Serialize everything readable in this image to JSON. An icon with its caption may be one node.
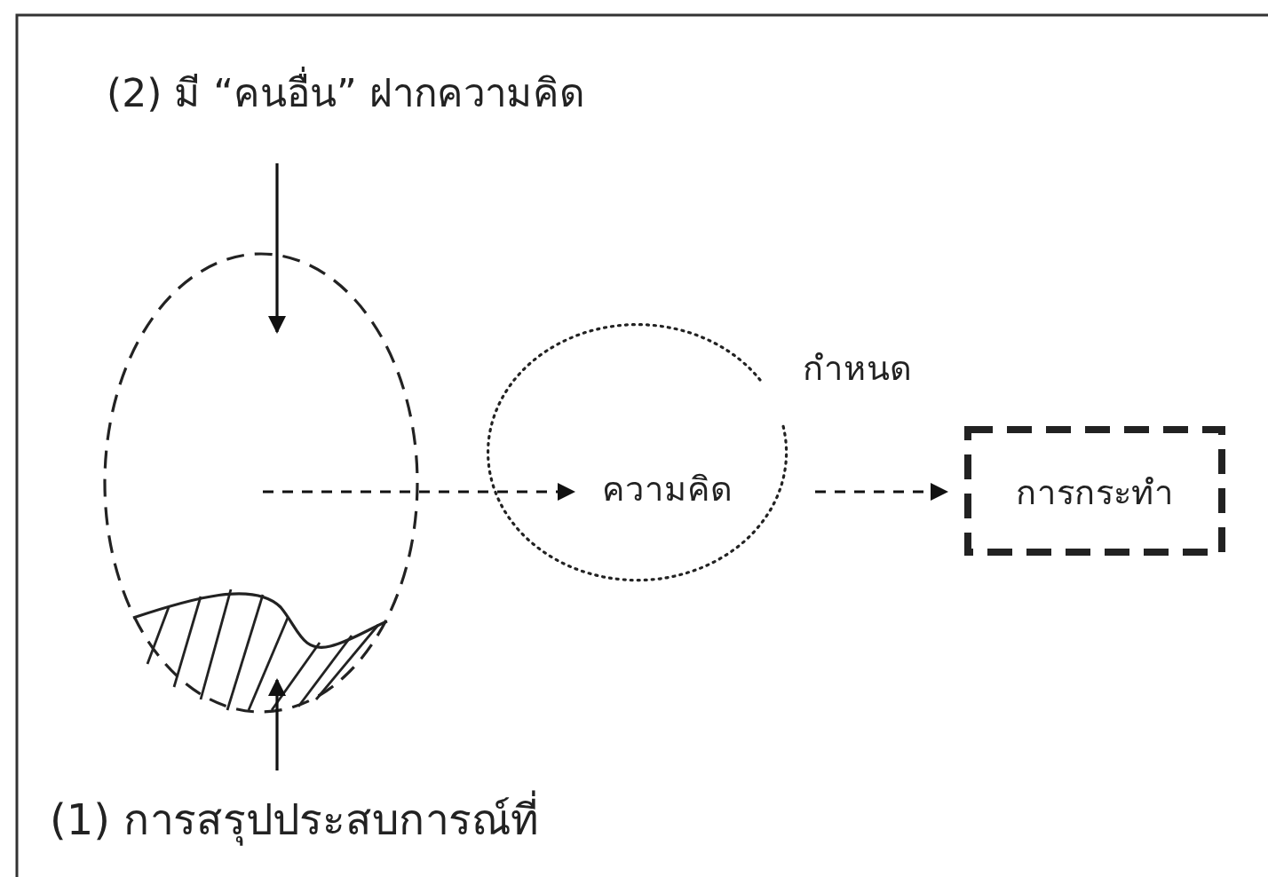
{
  "diagram": {
    "nodes": [
      {
        "text": [
          "(2) มี “คนอื่น” ฝากความคิด"
        ]
      },
      {
        "text": [],
        "shape": "circle"
      },
      {
        "text": [
          "(1) การสรุปประสบการณ์ที่"
        ]
      },
      {
        "text": [
          "ความคิด"
        ],
        "beside": [
          "กำหนด"
        ]
      },
      {
        "text": [
          "การกระทำ"
        ]
      }
    ],
    "edges": [
      {
        "from": 0,
        "to": 1,
        "arrow": "to"
      },
      {
        "from": 2,
        "to": 1,
        "arrow": "to"
      },
      {
        "from": 1,
        "to": 3,
        "arrow": "to",
        "style": "dashed"
      },
      {
        "from": 3,
        "to": 4,
        "arrow": "to",
        "style": "dashed"
      }
    ]
  }
}
